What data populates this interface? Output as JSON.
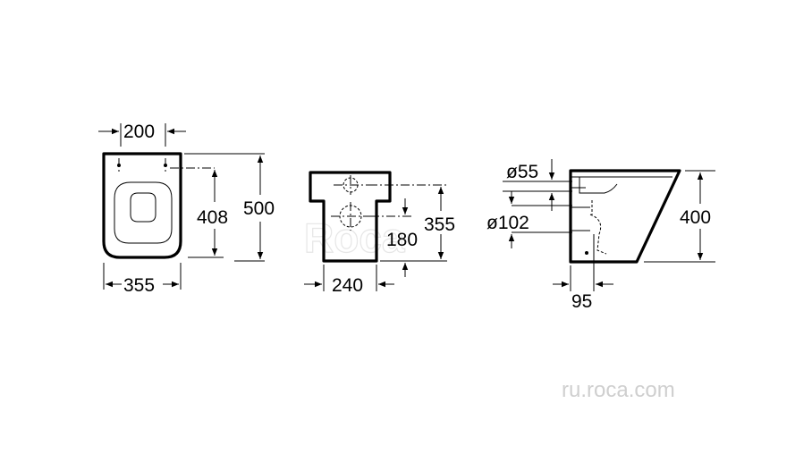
{
  "dimensions": {
    "top_view": {
      "seat_width": "200",
      "base_width": "355",
      "fixing_depth": "408",
      "total_depth": "500"
    },
    "rear_view": {
      "base_width": "240",
      "outlet_height": "180",
      "inlet_height": "355"
    },
    "side_view": {
      "inlet_diameter": "ø55",
      "outlet_diameter": "ø102",
      "total_height": "400",
      "outlet_offset": "95"
    }
  },
  "watermark": {
    "logo": "Roca",
    "website": "ru.roca.com"
  }
}
